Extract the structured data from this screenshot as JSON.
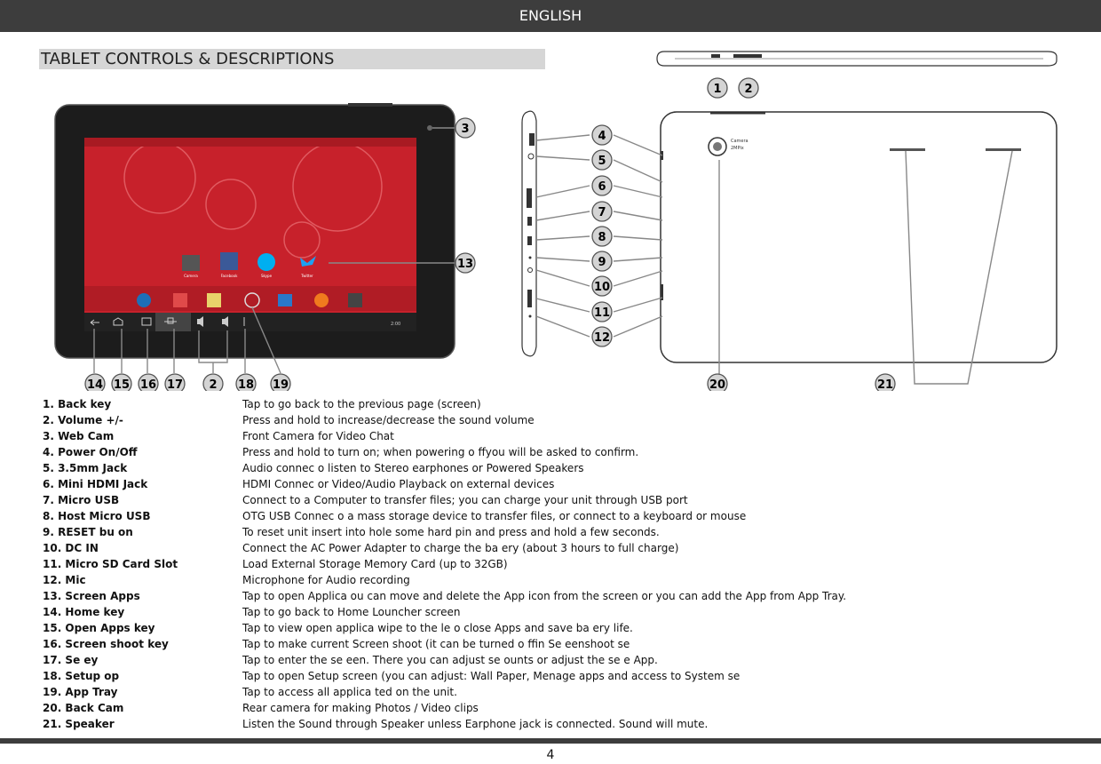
{
  "header": {
    "language": "ENGLISH"
  },
  "section_title": "TABLET CONTROLS & DESCRIPTIONS",
  "callouts": [
    "1",
    "2",
    "3",
    "4",
    "5",
    "6",
    "7",
    "8",
    "9",
    "10",
    "11",
    "12",
    "13",
    "14",
    "15",
    "16",
    "17",
    "2",
    "18",
    "19",
    "20",
    "21"
  ],
  "screen_apps": [
    "Camera",
    "Facebook",
    "Skype",
    "Twitter"
  ],
  "camera_text": [
    "Camera",
    "2MPix"
  ],
  "items": [
    {
      "label": "1.     Back key",
      "desc": "Tap to go back to the previous page (screen)"
    },
    {
      "label": "2.     Volume +/-",
      "desc": "Press and hold to increase/decrease the sound volume"
    },
    {
      "label": "3.     Web Cam",
      "desc": "Front Camera for Video Chat"
    },
    {
      "label": "4.     Power On/Off",
      "desc": "Press and hold to turn on; when powering o ffyou will be asked to confirm."
    },
    {
      "label": "5.     3.5mm Jack",
      "desc": "Audio connec         o listen to Stereo earphones or Powered Speakers"
    },
    {
      "label": "6.     Mini HDMI Jack",
      "desc": "HDMI Connec         or Video/Audio Playback on external devices"
    },
    {
      "label": "7.     Micro USB",
      "desc": "Connect to a Computer to transfer files; you can charge your unit through USB port"
    },
    {
      "label": "8.     Host Micro USB",
      "desc": "OTG USB Connec          o a mass storage device to transfer files, or connect to a keyboard or mouse"
    },
    {
      "label": "9.     RESET bu    on",
      "desc": "To reset unit insert into hole some hard pin and press and hold a few seconds."
    },
    {
      "label": "10.   DC IN",
      "desc": "Connect the AC Power Adapter to charge the ba   ery (about 3 hours to full charge)"
    },
    {
      "label": "11. Micro SD Card Slot",
      "desc": "Load External Storage Memory Card (up to 32GB)"
    },
    {
      "label": "12. Mic",
      "desc": "Microphone for Audio recording"
    },
    {
      "label": "13. Screen Apps",
      "desc": "Tap to open Applica          ou can move and delete the App icon from the screen or you can add the App from App Tray."
    },
    {
      "label": "14. Home key",
      "desc": "Tap to go back to Home Louncher screen"
    },
    {
      "label": "15. Open Apps key",
      "desc": "Tap to view open applica            wipe to the le     o close Apps and save ba   ery life."
    },
    {
      "label": "16. Screen shoot key",
      "desc": "Tap to make current Screen shoot (it can be turned o ffin Se                  eenshoot se"
    },
    {
      "label": "17. Se               ey",
      "desc": "Tap to enter the se               een. There you can adjust se                                                      ounts or adjust the se                              e App."
    },
    {
      "label": "18. Setup op",
      "desc": "Tap to open Setup screen (you can adjust: Wall Paper, Menage apps and access to System se"
    },
    {
      "label": "19. App Tray",
      "desc": "Tap to access all applica            ted on the unit."
    },
    {
      "label": "20. Back Cam",
      "desc": "Rear camera for making Photos / Video clips"
    },
    {
      "label": "21. Speaker",
      "desc": "Listen the Sound through Speaker unless Earphone jack is connected. Sound will mute."
    }
  ],
  "page_number": "4"
}
